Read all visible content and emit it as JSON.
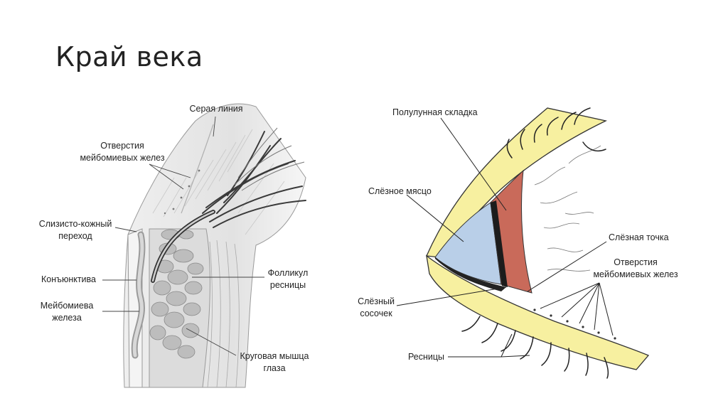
{
  "title": "Край века",
  "left_figure": {
    "labels": {
      "gray_line": "Серая линия",
      "meibomian_openings_1": "Отверстия",
      "meibomian_openings_2": "мейбомиевых желез",
      "mucocutaneous_1": "Слизисто-кожный",
      "mucocutaneous_2": "переход",
      "conjunctiva": "Конъюнктива",
      "meibomian_gland_1": "Мейбомиева",
      "meibomian_gland_2": "железа",
      "follicle_1": "Фолликул",
      "follicle_2": "ресницы",
      "orbicularis_1": "Круговая мышца",
      "orbicularis_2": "глаза"
    }
  },
  "right_figure": {
    "labels": {
      "plica": "Полулунная складка",
      "caruncle": "Слёзное мясцо",
      "punctum": "Слёзная точка",
      "meibomian_openings_1": "Отверстия",
      "meibomian_openings_2": "мейбомиевых желез",
      "papilla_1": "Слёзный",
      "papilla_2": "сосочек",
      "lashes": "Ресницы"
    },
    "colors": {
      "lid_margin": "#f7f0a0",
      "caruncle": "#b9cfe8",
      "plica": "#c96a5a"
    }
  }
}
